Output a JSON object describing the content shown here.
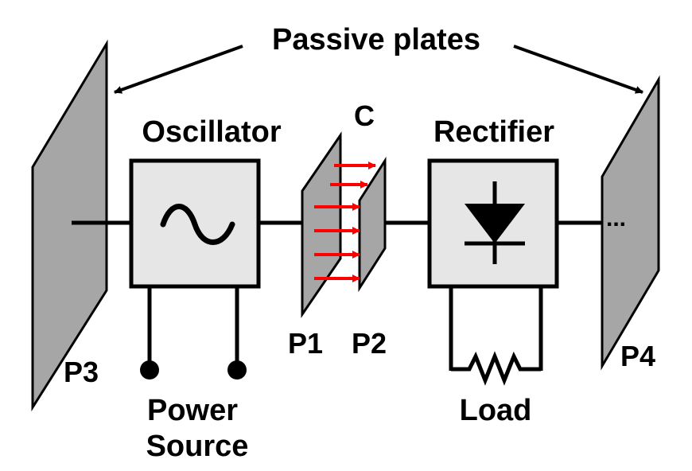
{
  "labels": {
    "passive_plates": "Passive plates",
    "oscillator": "Oscillator",
    "capacitor": "C",
    "rectifier": "Rectifier",
    "p1": "P1",
    "p2": "P2",
    "p3": "P3",
    "p4": "P4",
    "power_line1": "Power",
    "power_line2": "Source",
    "load": "Load",
    "ellipsis": "..."
  },
  "colors": {
    "plate_fill": "#a6a6a6",
    "box_fill": "#e6e6e6",
    "field_arrows": "#ff0000",
    "stroke": "#000000"
  },
  "icons": {
    "oscillator_symbol": "sine-wave-icon",
    "rectifier_symbol": "diode-icon",
    "load_symbol": "resistor-icon"
  }
}
